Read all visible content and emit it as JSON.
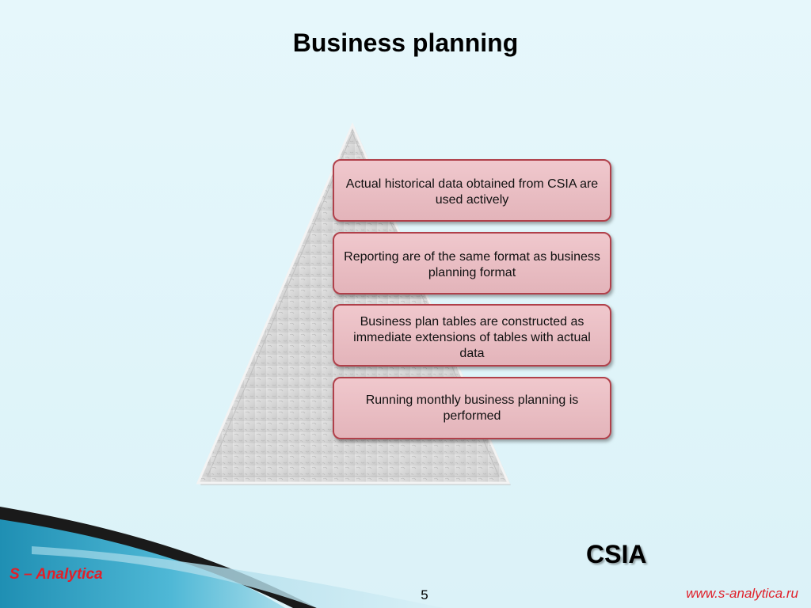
{
  "slide": {
    "title": "Business planning",
    "pyramid_steps": [
      "Actual historical data obtained from CSIA are used actively",
      "Reporting are of the same format as business planning format",
      "Business plan tables are constructed as immediate extensions of tables with actual data",
      "Running monthly business planning is performed"
    ]
  },
  "footer": {
    "brand": "S – Analytica",
    "csia_logo": "CSIA",
    "page_number": "5",
    "website": "www.s-analytica.ru"
  },
  "colors": {
    "background": "#dff3f9",
    "box_fill": "#e8bcc2",
    "box_border": "#b0404a",
    "brand_red": "#e0202a",
    "footer_teal": "#2a9fc0"
  }
}
